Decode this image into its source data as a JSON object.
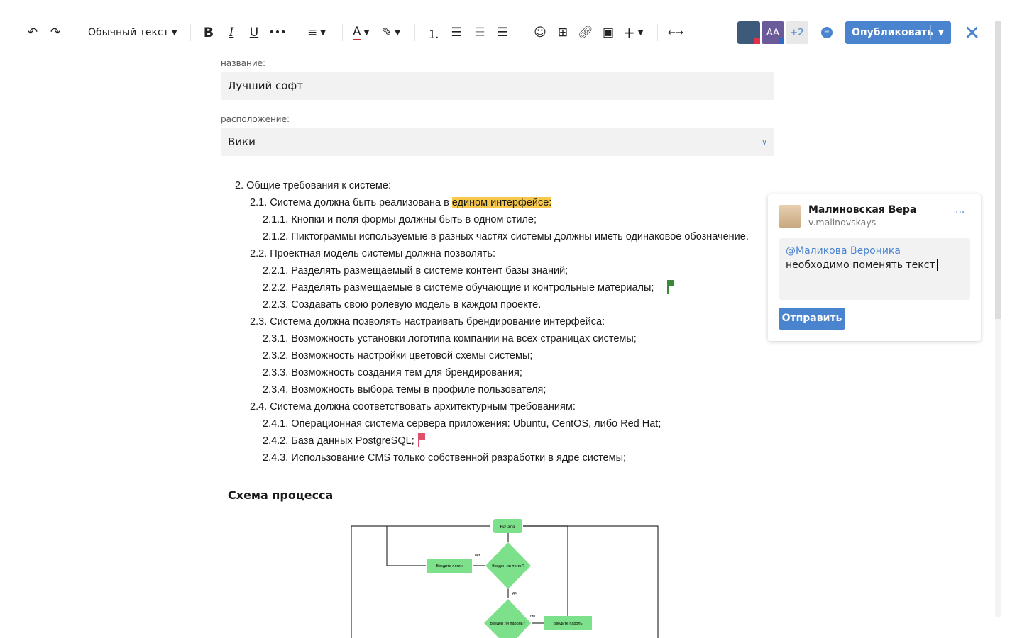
{
  "toolbar": {
    "undo_icon": "undo-icon",
    "redo_icon": "redo-icon",
    "text_style": "Обычный текст",
    "plus_count": "+2",
    "avatar_initials": "AA",
    "publish_label": "Опубликовать"
  },
  "form": {
    "name_label": "название:",
    "name_value": "Лучший софт",
    "location_label": "расположение:",
    "location_value": "Вики"
  },
  "doc": {
    "lines": [
      {
        "level": 1,
        "text": "2. Общие требования к системе:"
      },
      {
        "level": 2,
        "text": "2.1. Система должна быть реализована в ",
        "highlight": "едином интерфейсе:"
      },
      {
        "level": 3,
        "text": "2.1.1. Кнопки и поля формы должны быть в одном стиле;"
      },
      {
        "level": 3,
        "text": "2.1.2. Пиктограммы используемые в разных частях системы должны иметь одинаковое обозначение."
      },
      {
        "level": 2,
        "text": "2.2. Проектная модель системы должна позволять:"
      },
      {
        "level": 3,
        "text": "2.2.1. Разделять размещаемый в системе контент базы знаний;"
      },
      {
        "level": 3,
        "text": "2.2.2. Разделять размещаемые в системе обучающие и контрольные материалы;"
      },
      {
        "level": 3,
        "text": "2.2.3. Создавать свою ролевую модель в каждом проекте."
      },
      {
        "level": 2,
        "text": "2.3. Система должна позволять настраивать брендирование интерфейса:"
      },
      {
        "level": 3,
        "text": "2.3.1. Возможность установки логотипа компании на всех страницах системы;"
      },
      {
        "level": 3,
        "text": "2.3.2. Возможность настройки цветовой схемы системы;"
      },
      {
        "level": 3,
        "text": "2.3.3. Возможность создания тем для брендирования;"
      },
      {
        "level": 3,
        "text": "2.3.4. Возможность выбора темы в профиле пользователя;"
      },
      {
        "level": 2,
        "text": "2.4. Система должна соответствовать архитектурным требованиям:"
      },
      {
        "level": 3,
        "text": "2.4.1. Операционная система сервера приложения: Ubuntu, CentOS, либо Red Hat;"
      },
      {
        "level": 3,
        "text": "2.4.2. База данных PostgreSQL;"
      },
      {
        "level": 3,
        "text": "2.4.3. Использование CMS только собственной разработки в ядре системы;"
      }
    ],
    "section_title": "Схема процесса"
  },
  "flowchart": {
    "start": "Начало",
    "login_q": "Введен ли логин?",
    "enter_login": "Введите логин",
    "password_q": "Введен ли пароль?",
    "enter_password": "Введите пароль",
    "no1": "нет",
    "yes": "да",
    "no2": "нет"
  },
  "comment": {
    "author": "Малиновская Вера",
    "username": "v.malinovskays",
    "mention": "@Маликова Вероника",
    "text": "необходимо поменять текст",
    "send_label": "Отправить"
  },
  "colors": {
    "accent": "#4a84cf",
    "highlight": "#f8c84a",
    "flag_green": "#3a8a3a",
    "flag_red": "#e0506a",
    "node": "#7de08a"
  }
}
